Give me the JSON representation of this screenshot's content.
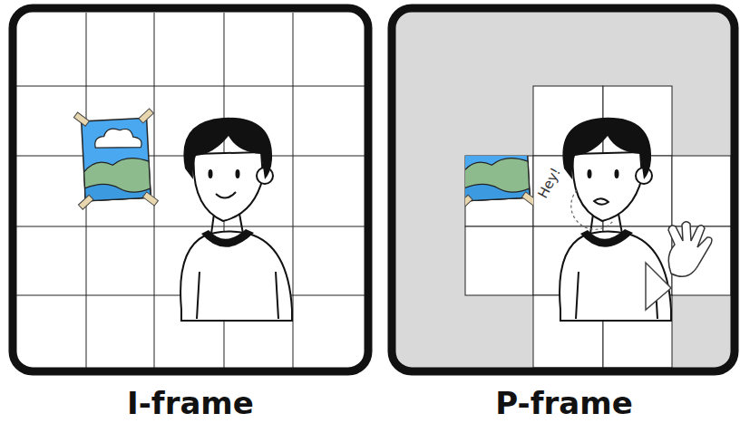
{
  "diagram": {
    "nodes": [
      {
        "text": [
          "I-frame"
        ]
      },
      {
        "text": [
          "P-frame"
        ]
      }
    ],
    "labels": [
      "Hey!"
    ]
  }
}
